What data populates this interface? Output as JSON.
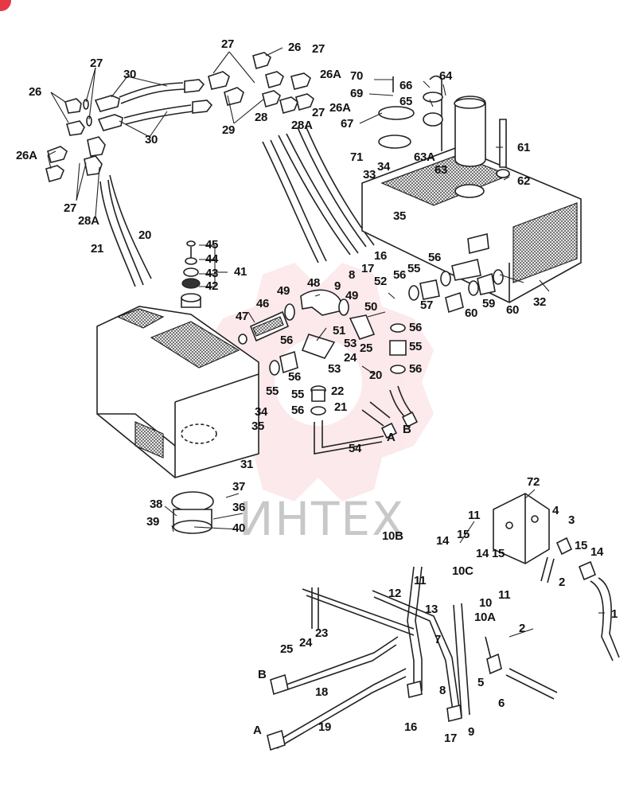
{
  "watermark": {
    "text": "ИНТЕХ",
    "color": "#f2a0a8"
  },
  "callouts": [
    {
      "id": "c-26-a",
      "text": "26"
    },
    {
      "id": "c-27-a",
      "text": "27"
    },
    {
      "id": "c-30-a",
      "text": "30"
    },
    {
      "id": "c-30-b",
      "text": "30"
    },
    {
      "id": "c-26a-a",
      "text": "26A"
    },
    {
      "id": "c-27-b",
      "text": "27"
    },
    {
      "id": "c-28a-a",
      "text": "28A"
    },
    {
      "id": "c-20-a",
      "text": "20"
    },
    {
      "id": "c-21-a",
      "text": "21"
    },
    {
      "id": "c-27-c",
      "text": "27"
    },
    {
      "id": "c-26-b",
      "text": "26"
    },
    {
      "id": "c-27-d",
      "text": "27"
    },
    {
      "id": "c-26a-b",
      "text": "26A"
    },
    {
      "id": "c-29",
      "text": "29"
    },
    {
      "id": "c-28",
      "text": "28"
    },
    {
      "id": "c-27-e",
      "text": "27"
    },
    {
      "id": "c-28a-b",
      "text": "28A"
    },
    {
      "id": "c-26a-c",
      "text": "26A"
    },
    {
      "id": "c-70",
      "text": "70"
    },
    {
      "id": "c-66",
      "text": "66"
    },
    {
      "id": "c-64",
      "text": "64"
    },
    {
      "id": "c-69",
      "text": "69"
    },
    {
      "id": "c-65",
      "text": "65"
    },
    {
      "id": "c-67",
      "text": "67"
    },
    {
      "id": "c-71",
      "text": "71"
    },
    {
      "id": "c-63a",
      "text": "63A"
    },
    {
      "id": "c-63",
      "text": "63"
    },
    {
      "id": "c-61",
      "text": "61"
    },
    {
      "id": "c-62",
      "text": "62"
    },
    {
      "id": "c-33",
      "text": "33"
    },
    {
      "id": "c-34-a",
      "text": "34"
    },
    {
      "id": "c-35-a",
      "text": "35"
    },
    {
      "id": "c-16-a",
      "text": "16"
    },
    {
      "id": "c-17-a",
      "text": "17"
    },
    {
      "id": "c-8-a",
      "text": "8"
    },
    {
      "id": "c-9-a",
      "text": "9"
    },
    {
      "id": "c-45",
      "text": "45"
    },
    {
      "id": "c-44",
      "text": "44"
    },
    {
      "id": "c-43",
      "text": "43"
    },
    {
      "id": "c-42",
      "text": "42"
    },
    {
      "id": "c-41",
      "text": "41"
    },
    {
      "id": "c-48",
      "text": "48"
    },
    {
      "id": "c-49-a",
      "text": "49"
    },
    {
      "id": "c-49-b",
      "text": "49"
    },
    {
      "id": "c-46",
      "text": "46"
    },
    {
      "id": "c-47",
      "text": "47"
    },
    {
      "id": "c-50",
      "text": "50"
    },
    {
      "id": "c-52",
      "text": "52"
    },
    {
      "id": "c-56-a",
      "text": "56"
    },
    {
      "id": "c-55-a",
      "text": "55"
    },
    {
      "id": "c-56-b",
      "text": "56"
    },
    {
      "id": "c-57",
      "text": "57"
    },
    {
      "id": "c-59",
      "text": "59"
    },
    {
      "id": "c-60-a",
      "text": "60"
    },
    {
      "id": "c-60-b",
      "text": "60"
    },
    {
      "id": "c-32",
      "text": "32"
    },
    {
      "id": "c-51",
      "text": "51"
    },
    {
      "id": "c-56-c",
      "text": "56"
    },
    {
      "id": "c-55-b",
      "text": "55"
    },
    {
      "id": "c-53-a",
      "text": "53"
    },
    {
      "id": "c-25-a",
      "text": "25"
    },
    {
      "id": "c-24-a",
      "text": "24"
    },
    {
      "id": "c-53-b",
      "text": "53"
    },
    {
      "id": "c-56-d",
      "text": "56"
    },
    {
      "id": "c-55-c",
      "text": "55"
    },
    {
      "id": "c-56-e",
      "text": "56"
    },
    {
      "id": "c-56-f",
      "text": "56"
    },
    {
      "id": "c-55-d",
      "text": "55"
    },
    {
      "id": "c-56-g",
      "text": "56"
    },
    {
      "id": "c-22",
      "text": "22"
    },
    {
      "id": "c-20-b",
      "text": "20"
    },
    {
      "id": "c-21-b",
      "text": "21"
    },
    {
      "id": "c-A-a",
      "text": "A"
    },
    {
      "id": "c-B-a",
      "text": "B"
    },
    {
      "id": "c-54",
      "text": "54"
    },
    {
      "id": "c-34-b",
      "text": "34"
    },
    {
      "id": "c-35-b",
      "text": "35"
    },
    {
      "id": "c-31",
      "text": "31"
    },
    {
      "id": "c-37",
      "text": "37"
    },
    {
      "id": "c-38",
      "text": "38"
    },
    {
      "id": "c-36",
      "text": "36"
    },
    {
      "id": "c-39",
      "text": "39"
    },
    {
      "id": "c-40",
      "text": "40"
    },
    {
      "id": "c-72",
      "text": "72"
    },
    {
      "id": "c-11-a",
      "text": "11"
    },
    {
      "id": "c-4",
      "text": "4"
    },
    {
      "id": "c-3",
      "text": "3"
    },
    {
      "id": "c-10b",
      "text": "10B"
    },
    {
      "id": "c-14-a",
      "text": "14"
    },
    {
      "id": "c-15-a",
      "text": "15"
    },
    {
      "id": "c-15-b",
      "text": "15"
    },
    {
      "id": "c-14-b",
      "text": "14"
    },
    {
      "id": "c-15-c",
      "text": "15"
    },
    {
      "id": "c-14-c",
      "text": "14"
    },
    {
      "id": "c-10c",
      "text": "10C"
    },
    {
      "id": "c-11-b",
      "text": "11"
    },
    {
      "id": "c-2-a",
      "text": "2"
    },
    {
      "id": "c-12",
      "text": "12"
    },
    {
      "id": "c-10",
      "text": "10"
    },
    {
      "id": "c-11-c",
      "text": "11"
    },
    {
      "id": "c-13",
      "text": "13"
    },
    {
      "id": "c-10a",
      "text": "10A"
    },
    {
      "id": "c-1",
      "text": "1"
    },
    {
      "id": "c-2-b",
      "text": "2"
    },
    {
      "id": "c-7",
      "text": "7"
    },
    {
      "id": "c-23",
      "text": "23"
    },
    {
      "id": "c-24-b",
      "text": "24"
    },
    {
      "id": "c-25-b",
      "text": "25"
    },
    {
      "id": "c-5",
      "text": "5"
    },
    {
      "id": "c-6",
      "text": "6"
    },
    {
      "id": "c-8-b",
      "text": "8"
    },
    {
      "id": "c-B-b",
      "text": "B"
    },
    {
      "id": "c-18",
      "text": "18"
    },
    {
      "id": "c-16-b",
      "text": "16"
    },
    {
      "id": "c-17-b",
      "text": "17"
    },
    {
      "id": "c-9-b",
      "text": "9"
    },
    {
      "id": "c-19",
      "text": "19"
    },
    {
      "id": "c-A-b",
      "text": "A"
    }
  ]
}
